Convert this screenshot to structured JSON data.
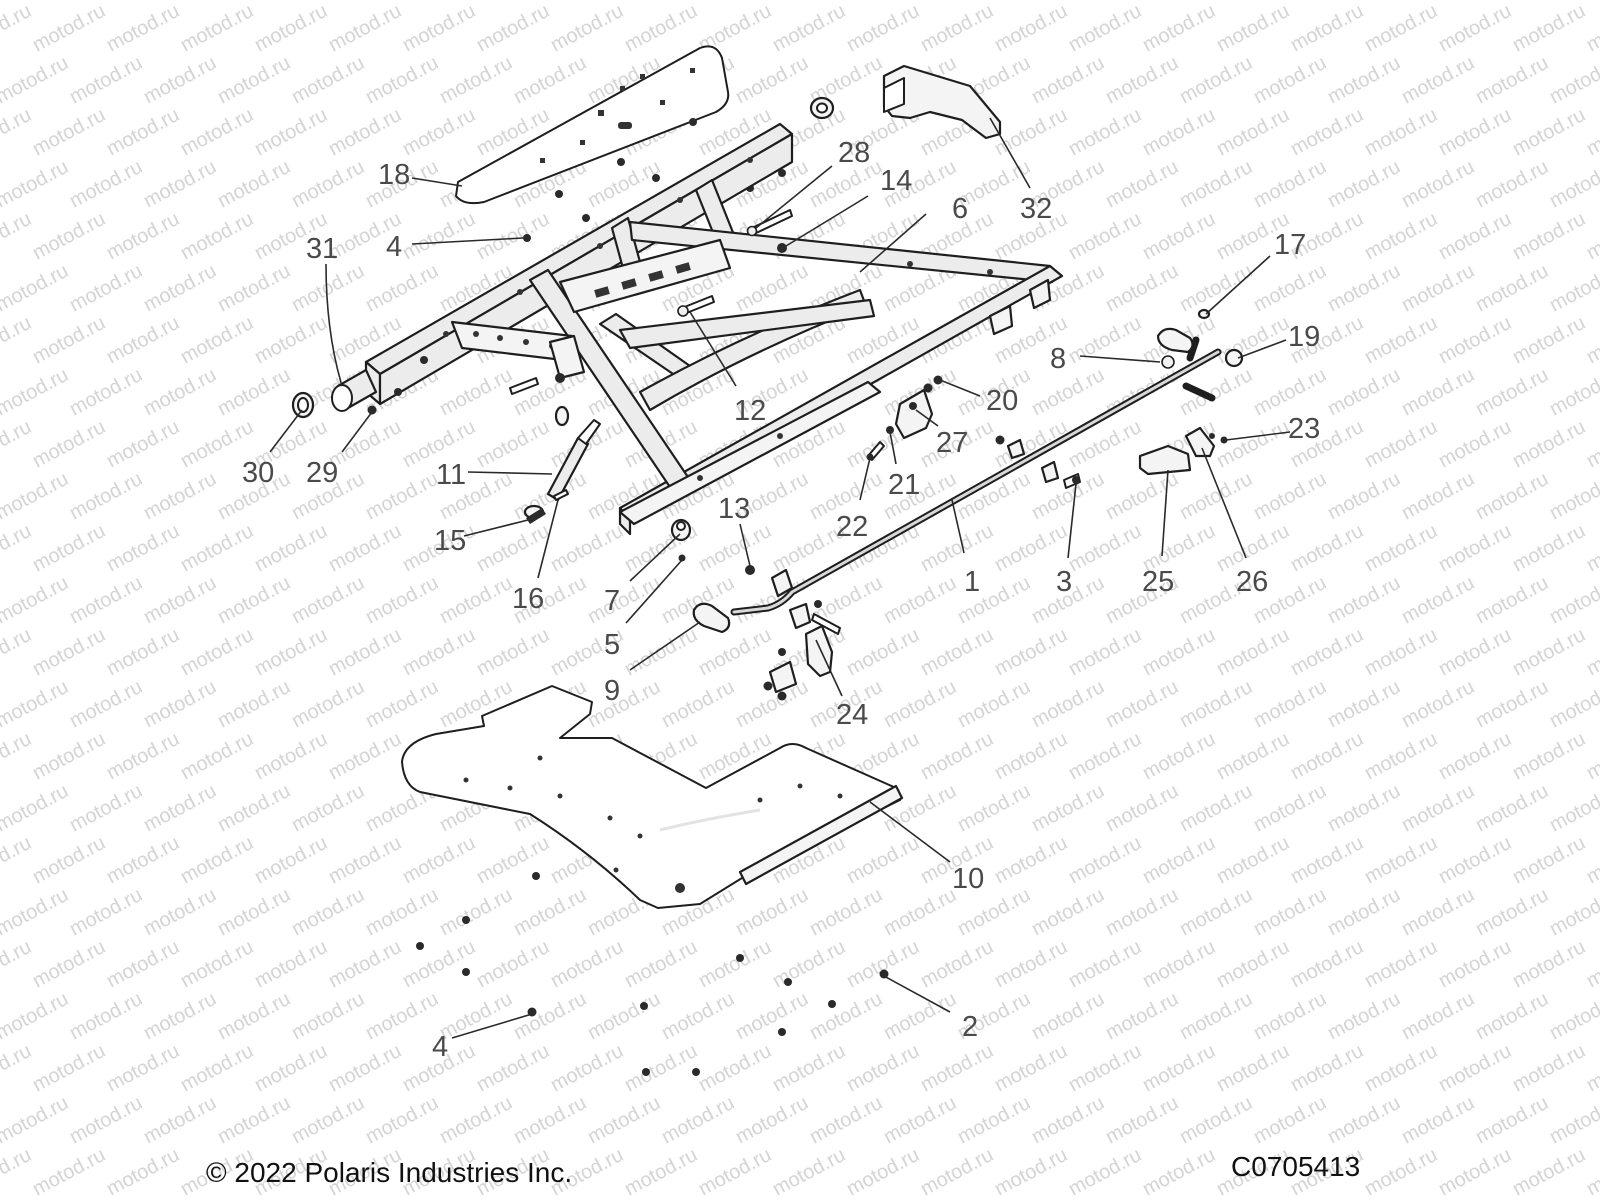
{
  "watermark": {
    "text": "motod.ru"
  },
  "copyright": "© 2022 Polaris Industries Inc.",
  "drawing_number": "C0705413",
  "callouts": [
    {
      "id": "1",
      "label": "1"
    },
    {
      "id": "2",
      "label": "2"
    },
    {
      "id": "3",
      "label": "3"
    },
    {
      "id": "4a",
      "label": "4"
    },
    {
      "id": "4b",
      "label": "4"
    },
    {
      "id": "5",
      "label": "5"
    },
    {
      "id": "6",
      "label": "6"
    },
    {
      "id": "7",
      "label": "7"
    },
    {
      "id": "8",
      "label": "8"
    },
    {
      "id": "9",
      "label": "9"
    },
    {
      "id": "10",
      "label": "10"
    },
    {
      "id": "11",
      "label": "11"
    },
    {
      "id": "12",
      "label": "12"
    },
    {
      "id": "13",
      "label": "13"
    },
    {
      "id": "14",
      "label": "14"
    },
    {
      "id": "15",
      "label": "15"
    },
    {
      "id": "16",
      "label": "16"
    },
    {
      "id": "17",
      "label": "17"
    },
    {
      "id": "18",
      "label": "18"
    },
    {
      "id": "19",
      "label": "19"
    },
    {
      "id": "20",
      "label": "20"
    },
    {
      "id": "21",
      "label": "21"
    },
    {
      "id": "22",
      "label": "22"
    },
    {
      "id": "23",
      "label": "23"
    },
    {
      "id": "24",
      "label": "24"
    },
    {
      "id": "25",
      "label": "25"
    },
    {
      "id": "26",
      "label": "26"
    },
    {
      "id": "27",
      "label": "27"
    },
    {
      "id": "28",
      "label": "28"
    },
    {
      "id": "29",
      "label": "29"
    },
    {
      "id": "30",
      "label": "30"
    },
    {
      "id": "31",
      "label": "31"
    },
    {
      "id": "32",
      "label": "32"
    }
  ]
}
